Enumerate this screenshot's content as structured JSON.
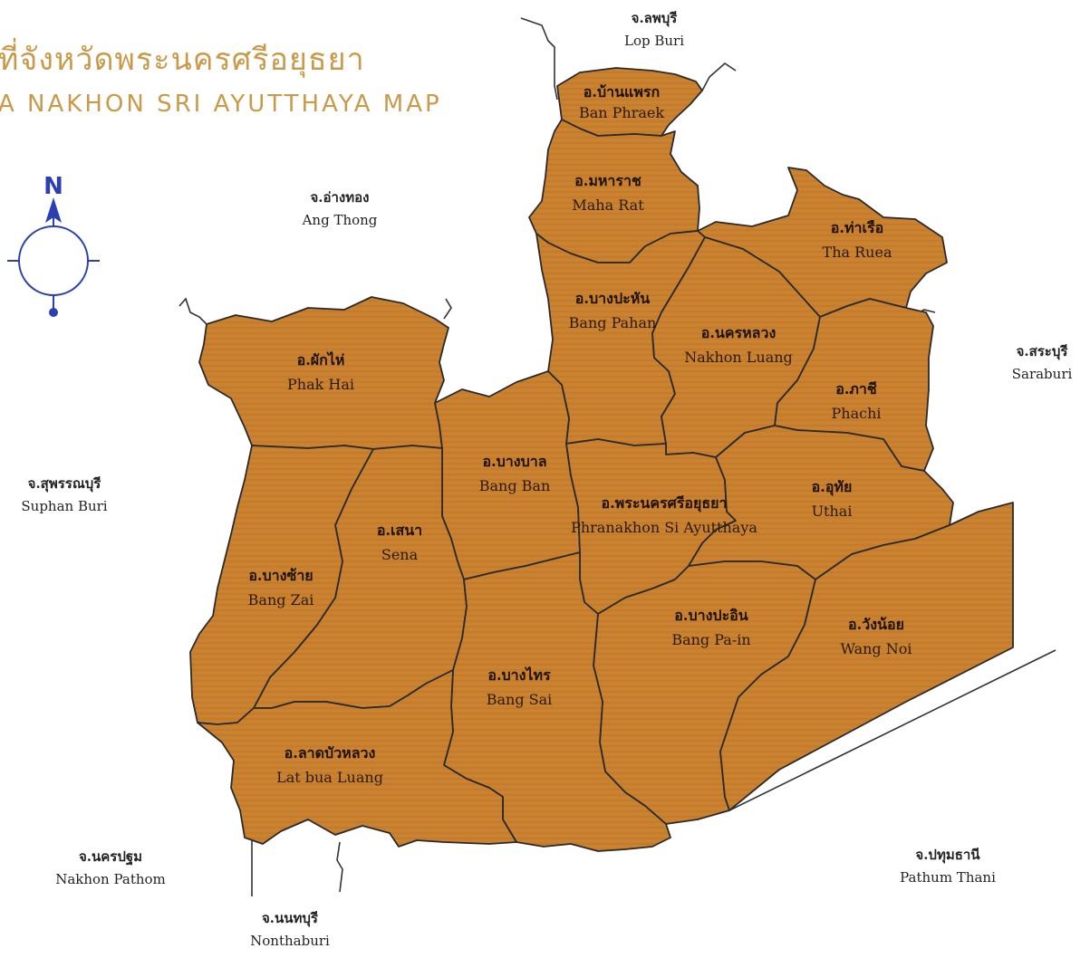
{
  "title": {
    "thai": "ที่จังหวัดพระนครศรีอยุธยา",
    "english": "A NAKHON SRI AYUTTHAYA MAP"
  },
  "compass": {
    "label": "N",
    "icon": "compass-rose-icon",
    "color": "#2b3fb0"
  },
  "colors": {
    "district_fill": "#c9802f",
    "border": "#2a2a2a",
    "title": "#c99a4a"
  },
  "districts": [
    {
      "id": "ban-phraek",
      "thai": "อ.บ้านแพรก",
      "english": "Ban Phraek"
    },
    {
      "id": "maha-rat",
      "thai": "อ.มหาราช",
      "english": "Maha Rat"
    },
    {
      "id": "tha-ruea",
      "thai": "อ.ท่าเรือ",
      "english": "Tha Ruea"
    },
    {
      "id": "bang-pahan",
      "thai": "อ.บางปะหัน",
      "english": "Bang Pahan"
    },
    {
      "id": "nakhon-luang",
      "thai": "อ.นครหลวง",
      "english": "Nakhon Luang"
    },
    {
      "id": "phachi",
      "thai": "อ.ภาชี",
      "english": "Phachi"
    },
    {
      "id": "phak-hai",
      "thai": "อ.ผักไห่",
      "english": "Phak Hai"
    },
    {
      "id": "bang-ban",
      "thai": "อ.บางบาล",
      "english": "Bang Ban"
    },
    {
      "id": "phranakhon",
      "thai": "อ.พระนครศรีอยุธยา",
      "english": "Phranakhon Si Ayutthaya"
    },
    {
      "id": "uthai",
      "thai": "อ.อุทัย",
      "english": "Uthai"
    },
    {
      "id": "sena",
      "thai": "อ.เสนา",
      "english": "Sena"
    },
    {
      "id": "bang-zai",
      "thai": "อ.บางซ้าย",
      "english": "Bang Zai"
    },
    {
      "id": "bang-pa-in",
      "thai": "อ.บางปะอิน",
      "english": "Bang Pa-in"
    },
    {
      "id": "wang-noi",
      "thai": "อ.วังน้อย",
      "english": "Wang Noi"
    },
    {
      "id": "bang-sai",
      "thai": "อ.บางไทร",
      "english": "Bang Sai"
    },
    {
      "id": "lat-bua-luang",
      "thai": "อ.ลาดบัวหลวง",
      "english": "Lat bua Luang"
    }
  ],
  "provinces": [
    {
      "id": "lop-buri",
      "thai": "จ.ลพบุรี",
      "english": "Lop Buri"
    },
    {
      "id": "ang-thong",
      "thai": "จ.อ่างทอง",
      "english": "Ang Thong"
    },
    {
      "id": "saraburi",
      "thai": "จ.สระบุรี",
      "english": "Saraburi"
    },
    {
      "id": "suphan-buri",
      "thai": "จ.สุพรรณบุรี",
      "english": "Suphan Buri"
    },
    {
      "id": "nakhon-pathom",
      "thai": "จ.นครปฐม",
      "english": "Nakhon Pathom"
    },
    {
      "id": "nonthaburi",
      "thai": "จ.นนทบุรี",
      "english": "Nonthaburi"
    },
    {
      "id": "pathum-thani",
      "thai": "จ.ปทุมธานี",
      "english": "Pathum Thani"
    }
  ]
}
